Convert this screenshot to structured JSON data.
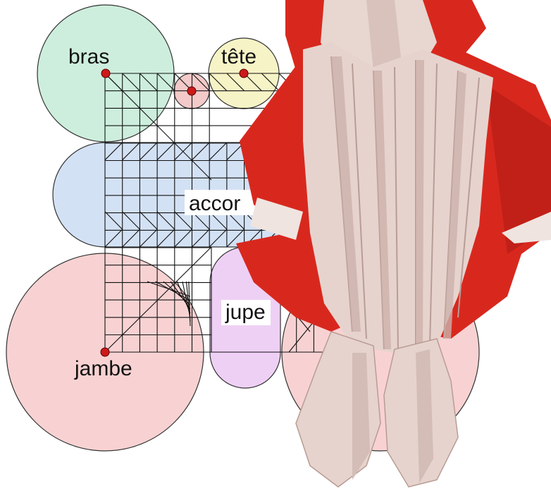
{
  "labels": {
    "bras": "bras",
    "tete": "tête",
    "accordion": "accor",
    "jupe": "jupe",
    "jambe": "jambe"
  },
  "colors": {
    "arm_circle": "#cdeedd",
    "head_circle": "#f6f3c6",
    "accordion_band": "#d3e1f4",
    "leg_circle": "#f8d2d2",
    "skirt_circle": "#efd0f5",
    "small_circle": "#f3c9c9",
    "crease": "#111111",
    "node": "#cc1a1a",
    "paper_red": "#d8281e",
    "paper_pink": "#e6cfc8"
  }
}
